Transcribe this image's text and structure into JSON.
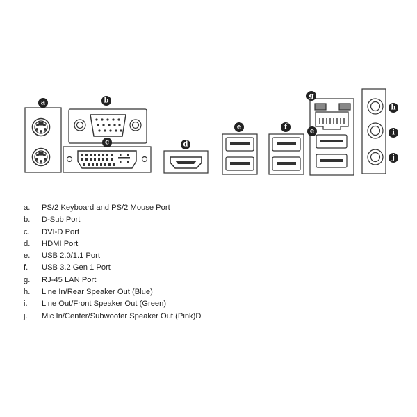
{
  "diagram": {
    "title": "",
    "callouts": [
      "a",
      "b",
      "c",
      "d",
      "e",
      "f",
      "g",
      "e",
      "h",
      "i",
      "j"
    ],
    "legend": [
      {
        "key": "a.",
        "text": "PS/2 Keyboard and PS/2 Mouse Port"
      },
      {
        "key": "b.",
        "text": "D-Sub Port"
      },
      {
        "key": "c.",
        "text": "DVI-D Port"
      },
      {
        "key": "d.",
        "text": "HDMI Port"
      },
      {
        "key": "e.",
        "text": "USB 2.0/1.1 Port"
      },
      {
        "key": "f.",
        "text": "USB 3.2 Gen 1 Port"
      },
      {
        "key": "g.",
        "text": "RJ-45 LAN Port"
      },
      {
        "key": "h.",
        "text": "Line In/Rear Speaker Out (Blue)"
      },
      {
        "key": "i.",
        "text": "Line Out/Front Speaker Out (Green)"
      },
      {
        "key": "j.",
        "text": "Mic In/Center/Subwoofer Speaker Out (Pink)D"
      }
    ]
  }
}
